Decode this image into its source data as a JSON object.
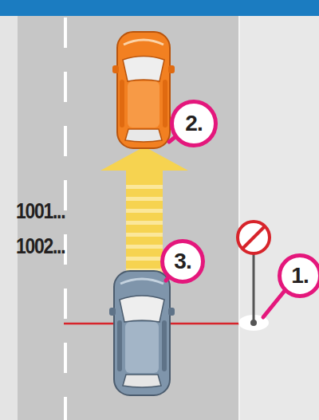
{
  "diagram": {
    "nodes": [
      {
        "text": [
          "2."
        ]
      },
      {
        "text": [
          "3."
        ]
      },
      {
        "text": [
          "1."
        ]
      }
    ],
    "labels": [
      "1001...",
      "1002..."
    ]
  }
}
